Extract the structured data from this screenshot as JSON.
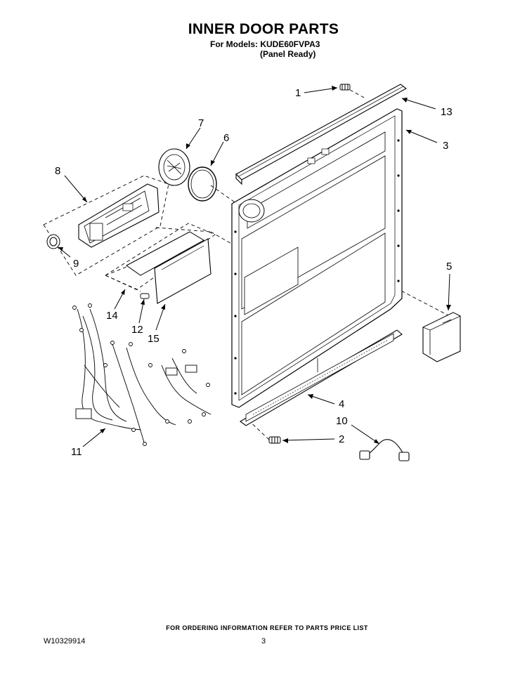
{
  "header": {
    "title": "INNER DOOR PARTS",
    "models_line": "For Models: KUDE60FVPA3",
    "variant_line": "(Panel Ready)"
  },
  "callouts": {
    "c1": "1",
    "c2": "2",
    "c3": "3",
    "c4": "4",
    "c5": "5",
    "c6": "6",
    "c7": "7",
    "c8": "8",
    "c9": "9",
    "c10": "10",
    "c11": "11",
    "c12": "12",
    "c13": "13",
    "c14": "14",
    "c15": "15"
  },
  "footer": {
    "ordering_note": "FOR ORDERING INFORMATION REFER TO PARTS PRICE LIST",
    "document_number": "W10329914",
    "page_number": "3"
  }
}
